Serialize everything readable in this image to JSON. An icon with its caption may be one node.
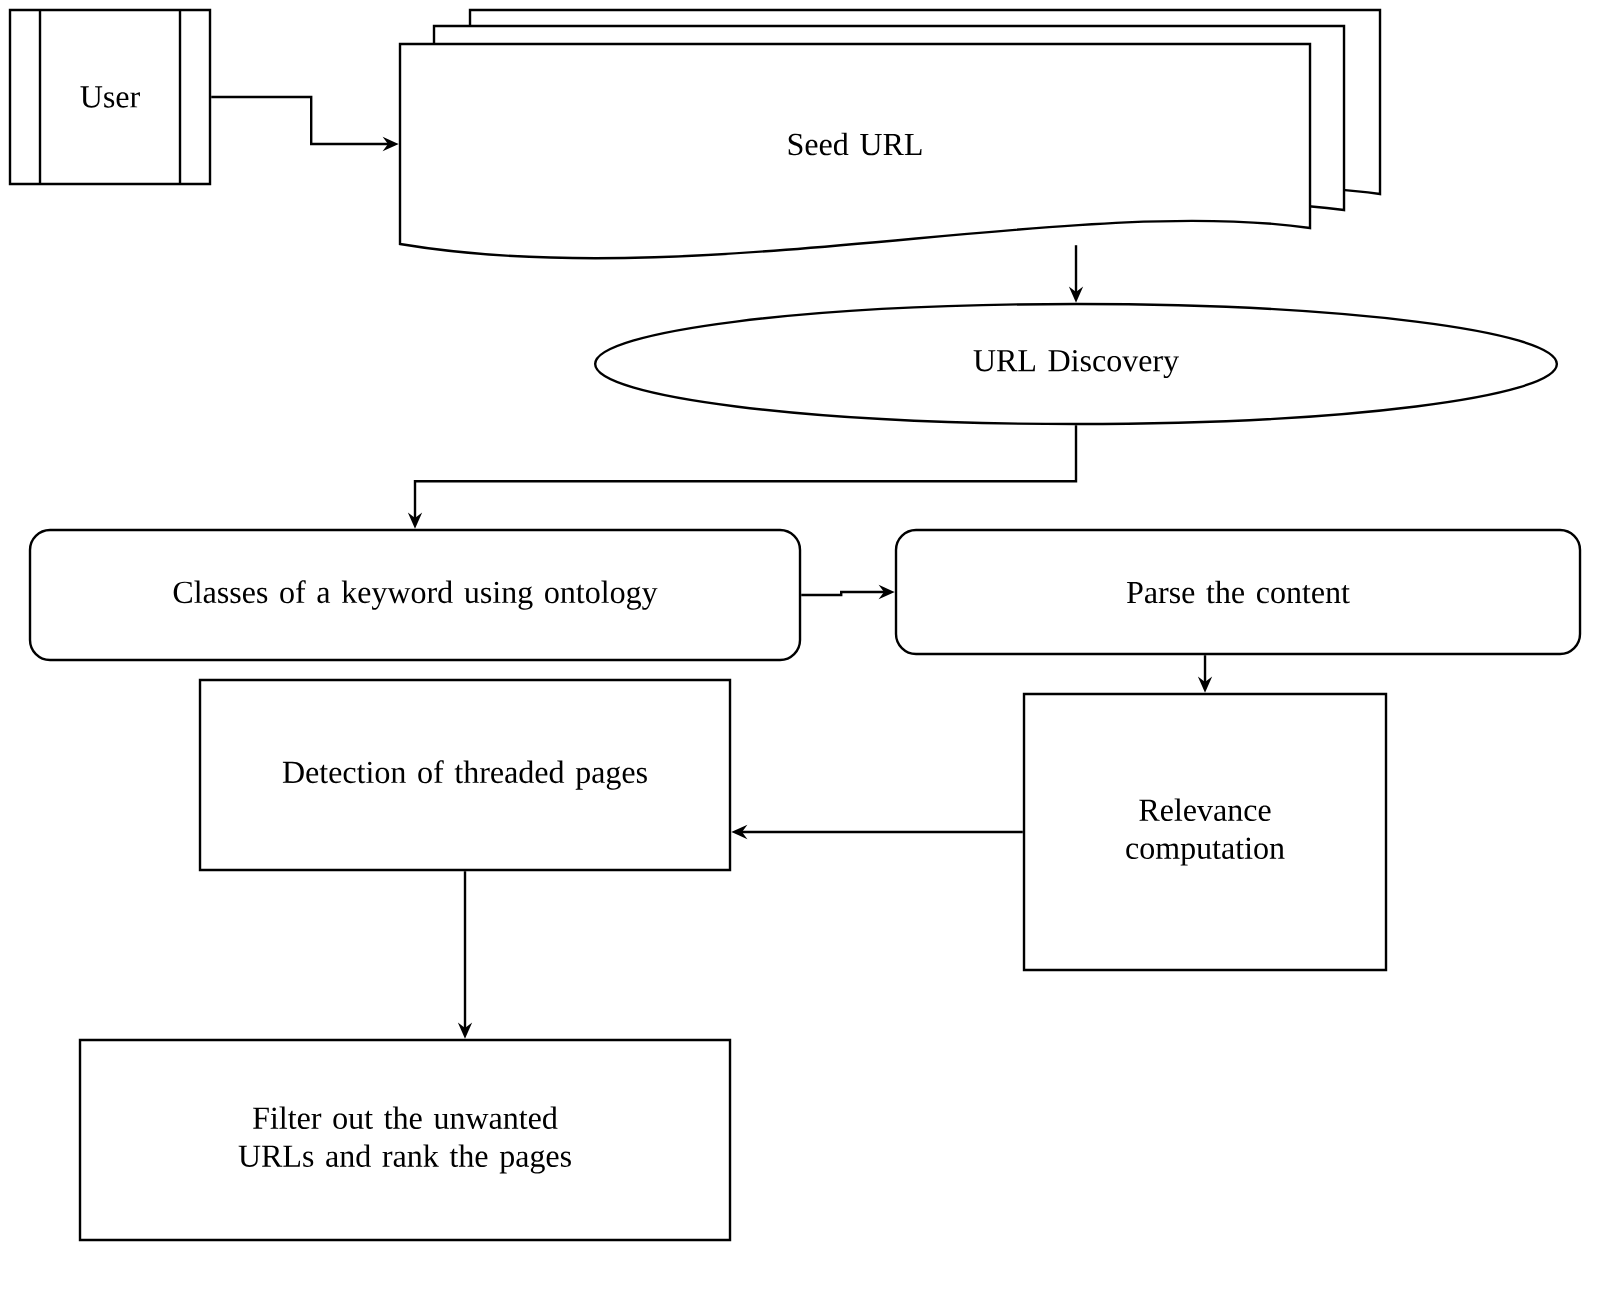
{
  "diagram": {
    "nodes": [
      {
        "text": [
          "User"
        ]
      },
      {
        "text": [
          "Seed URL"
        ]
      },
      {
        "text": [
          "URL Discovery"
        ]
      },
      {
        "text": [
          "Classes of a keyword using ontology"
        ]
      },
      {
        "text": [
          "Parse the content"
        ]
      },
      {
        "text": [
          "Relevance computation"
        ]
      },
      {
        "text": [
          "Detection of threaded pages"
        ]
      },
      {
        "text": [
          "Filter out the unwanted URLs and rank the pages"
        ]
      }
    ],
    "edges": [
      {
        "from": 0,
        "to": 1,
        "arrow": "to"
      },
      {
        "from": 1,
        "to": 2,
        "arrow": "to"
      },
      {
        "from": 2,
        "to": 3,
        "arrow": "to"
      },
      {
        "from": 3,
        "to": 4,
        "arrow": "to"
      },
      {
        "from": 4,
        "to": 5,
        "arrow": "to"
      },
      {
        "from": 5,
        "to": 6,
        "arrow": "to"
      },
      {
        "from": 6,
        "to": 7,
        "arrow": "to"
      }
    ]
  }
}
